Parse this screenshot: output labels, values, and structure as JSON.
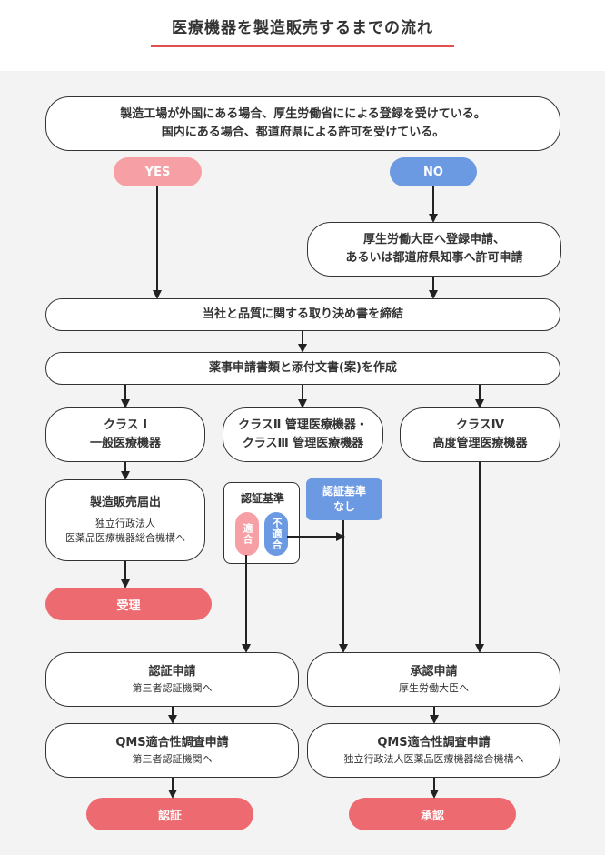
{
  "title": "医療機器を製造販売するまでの流れ",
  "top_box": {
    "line1": "製造工場が外国にある場合、厚生労働省にによる登録を受けている。",
    "line2": "国内にある場合、都道府県による許可を受けている。"
  },
  "yes_label": "YES",
  "no_label": "NO",
  "no_box": {
    "line1": "厚生労働大臣へ登録申請、",
    "line2": "あるいは都道府県知事へ許可申請"
  },
  "agreement_box": "当社と品質に関する取り決め書を締結",
  "documents_box": "薬事申請書類と添付文書(案)を作成",
  "class1": {
    "line1": "クラス Ⅰ",
    "line2": "一般医療機器"
  },
  "class23": {
    "line1": "クラスⅡ 管理医療機器・",
    "line2": "クラスⅢ 管理医療機器"
  },
  "class4": {
    "line1": "クラスⅣ",
    "line2": "高度管理医療機器"
  },
  "notification": {
    "title": "製造販売届出",
    "sub1": "独立行政法人",
    "sub2": "医薬品医療機器総合機構へ"
  },
  "accepted": "受理",
  "cert_standard": {
    "label": "認証基準",
    "conform": "適合",
    "nonconform": "不適合"
  },
  "no_standard": {
    "line1": "認証基準",
    "line2": "なし"
  },
  "cert_application": {
    "title": "認証申請",
    "sub": "第三者認証機関へ"
  },
  "approval_application": {
    "title": "承認申請",
    "sub": "厚生労働大臣へ"
  },
  "qms_left": {
    "title": "QMS適合性調査申請",
    "sub": "第三者認証機関へ"
  },
  "qms_right": {
    "title": "QMS適合性調査申請",
    "sub": "独立行政法人医薬品医療機器総合機構へ"
  },
  "certified": "認証",
  "approved": "承認",
  "colors": {
    "accent_red": "#ec6a70",
    "yes_pink": "#f6a0a5",
    "no_blue": "#6c9ae2",
    "panel_gray": "#f3f3f3",
    "title_underline": "#e0504f"
  }
}
